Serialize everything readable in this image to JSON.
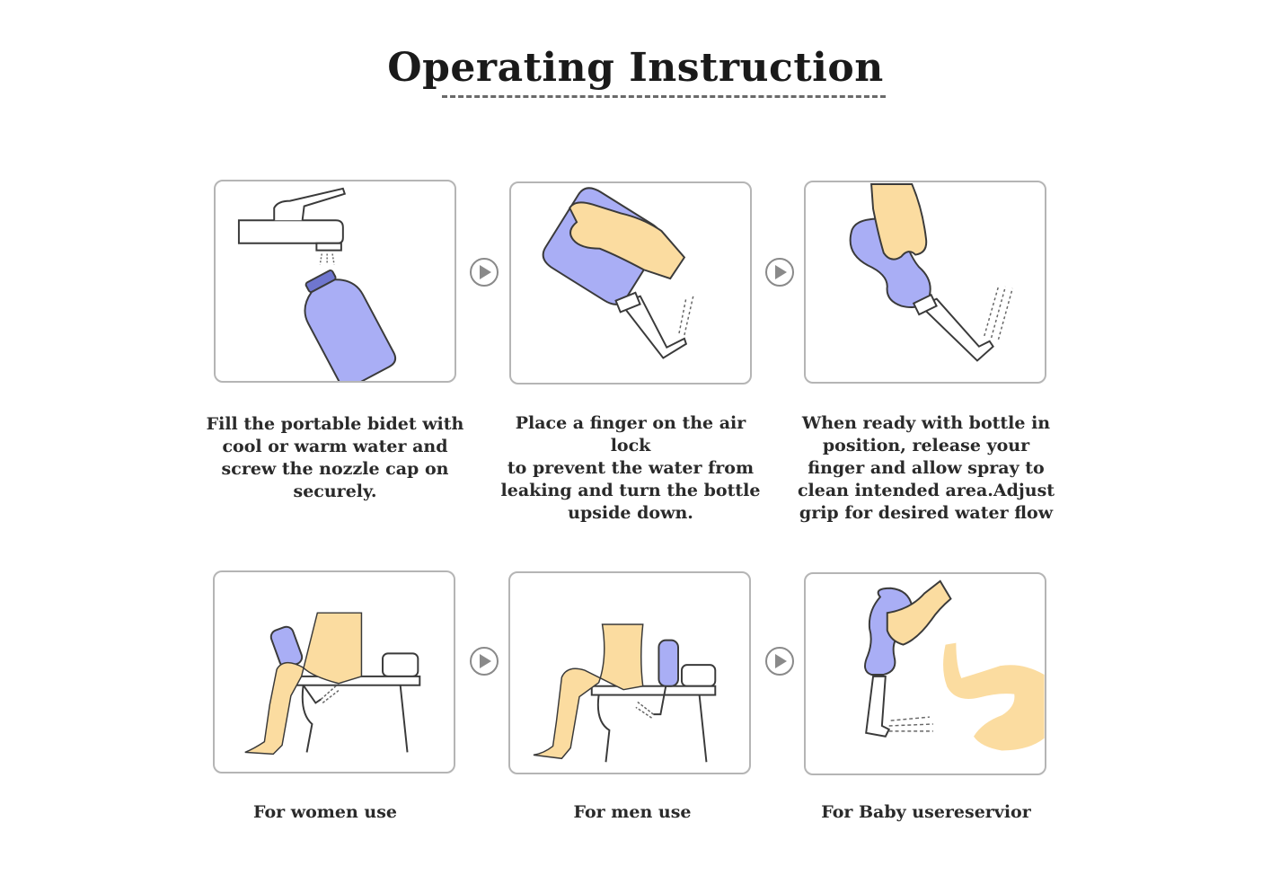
{
  "title": "Operating Instruction",
  "colors": {
    "bottle": "#a9aef5",
    "skin": "#fbdca0",
    "outline": "#3a3a3a",
    "panel_border": "#b5b5b5",
    "arrow": "#8a8a8a"
  },
  "steps": [
    {
      "icon": "faucet-filling-bottle-illustration",
      "caption_lines": [
        "Fill the portable bidet with",
        "cool or warm water and",
        "screw the nozzle cap on",
        "securely."
      ]
    },
    {
      "icon": "hand-on-air-lock-illustration",
      "caption_lines": [
        "Place a finger on the air lock",
        "to prevent the water from",
        "leaking and turn the bottle",
        "upside down."
      ]
    },
    {
      "icon": "hand-squeezing-bottle-spray-illustration",
      "caption_lines": [
        "When ready with bottle in",
        "position, release your",
        "finger and allow spray to",
        "clean intended area.Adjust",
        "grip for desired water flow"
      ]
    }
  ],
  "uses": [
    {
      "icon": "women-toilet-use-illustration",
      "caption": "For women use"
    },
    {
      "icon": "men-toilet-use-illustration",
      "caption": "For men use"
    },
    {
      "icon": "baby-use-illustration",
      "caption": "For Baby usereservior"
    }
  ],
  "arrow_icon": "chevron-right-circle-icon"
}
